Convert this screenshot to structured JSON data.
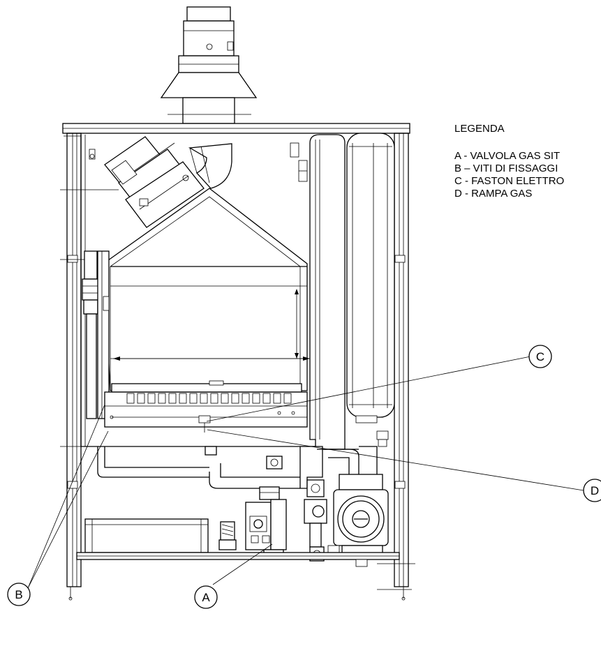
{
  "legend": {
    "title": "LEGENDA",
    "items": [
      "A - VALVOLA GAS SIT",
      "B – VITI DI FISSAGGI",
      "C - FASTON ELETTRO",
      "D - RAMPA GAS"
    ]
  },
  "callouts": {
    "a": "A",
    "b": "B",
    "c": "C",
    "d": "D"
  }
}
